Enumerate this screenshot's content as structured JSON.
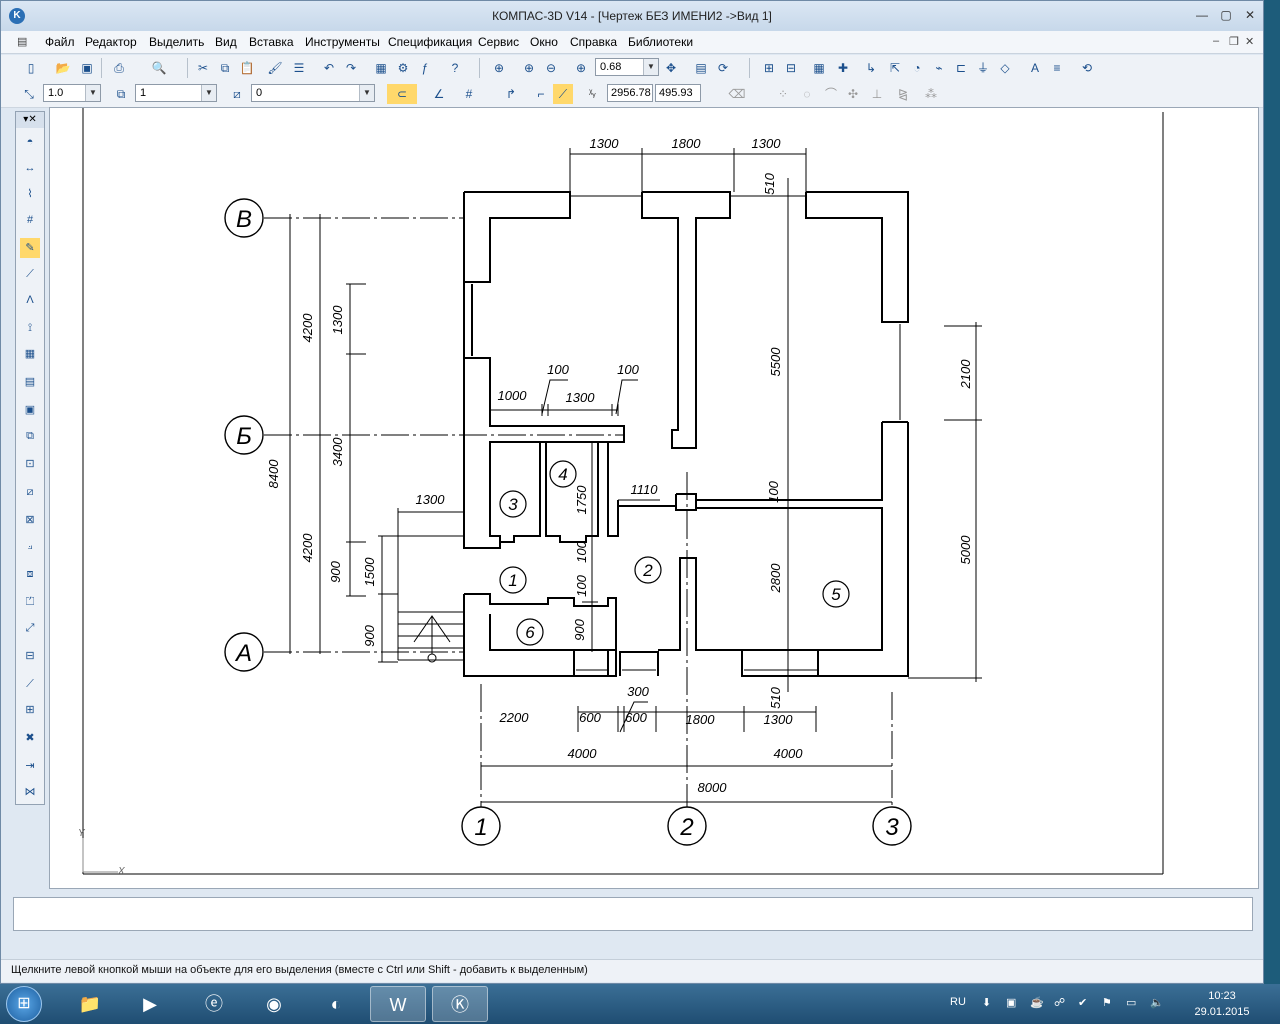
{
  "window": {
    "title": "КОМПАС-3D V14 - [Чертеж БЕЗ ИМЕНИ2 ->Вид 1]",
    "app_icon_label": "K",
    "minimize": "—",
    "maximize": "▢",
    "close": "✕"
  },
  "menu": [
    "Файл",
    "Редактор",
    "Выделить",
    "Вид",
    "Вставка",
    "Инструменты",
    "Спецификация",
    "Сервис",
    "Окно",
    "Справка",
    "Библиотеки"
  ],
  "toolbar": {
    "zoom_value": "0.68",
    "line_scale": "1.0",
    "layer_value": "1",
    "style_value": "0",
    "coord_x": "2956.78",
    "coord_y": "495.93"
  },
  "status_text": "Щелкните левой кнопкой мыши на объекте для его выделения (вместе с Ctrl или Shift - добавить к выделенным)",
  "tray": {
    "lang": "RU",
    "time": "10:23",
    "date": "29.01.2015"
  },
  "drawing": {
    "axes_letters": [
      "В",
      "Б",
      "А"
    ],
    "axes_numbers": [
      "1",
      "2",
      "3"
    ],
    "rooms": [
      "1",
      "2",
      "3",
      "4",
      "5",
      "6"
    ],
    "dims": {
      "top": [
        "1300",
        "1800",
        "1300"
      ],
      "top_wall": "510",
      "left_outer": "8400",
      "left_mid_top": "4200",
      "left_mid_bottom": "4200",
      "left_inner_top": "1300",
      "left_inner_mid": "3400",
      "left_inner_bottom": "900",
      "left_porch_1500": "1500",
      "left_porch_900": "900",
      "porch_width": "1300",
      "room_dims": [
        "1000",
        "1300",
        "100",
        "100"
      ],
      "right_vertical": "5500",
      "right_2100": "2100",
      "right_5000": "5000",
      "center_1110": "1110",
      "center_100": "100",
      "center_1750": "1750",
      "center_100b": "100",
      "center_100c": "100",
      "center_900": "900",
      "room5_2800": "2800",
      "bottom_wall": "510",
      "bottom_row": [
        "2200",
        "600",
        "300",
        "600",
        "1800",
        "1300"
      ],
      "half_left": "4000",
      "half_right": "4000",
      "total": "8000"
    },
    "axis_y_label": "Y",
    "axis_x_label": "X"
  }
}
